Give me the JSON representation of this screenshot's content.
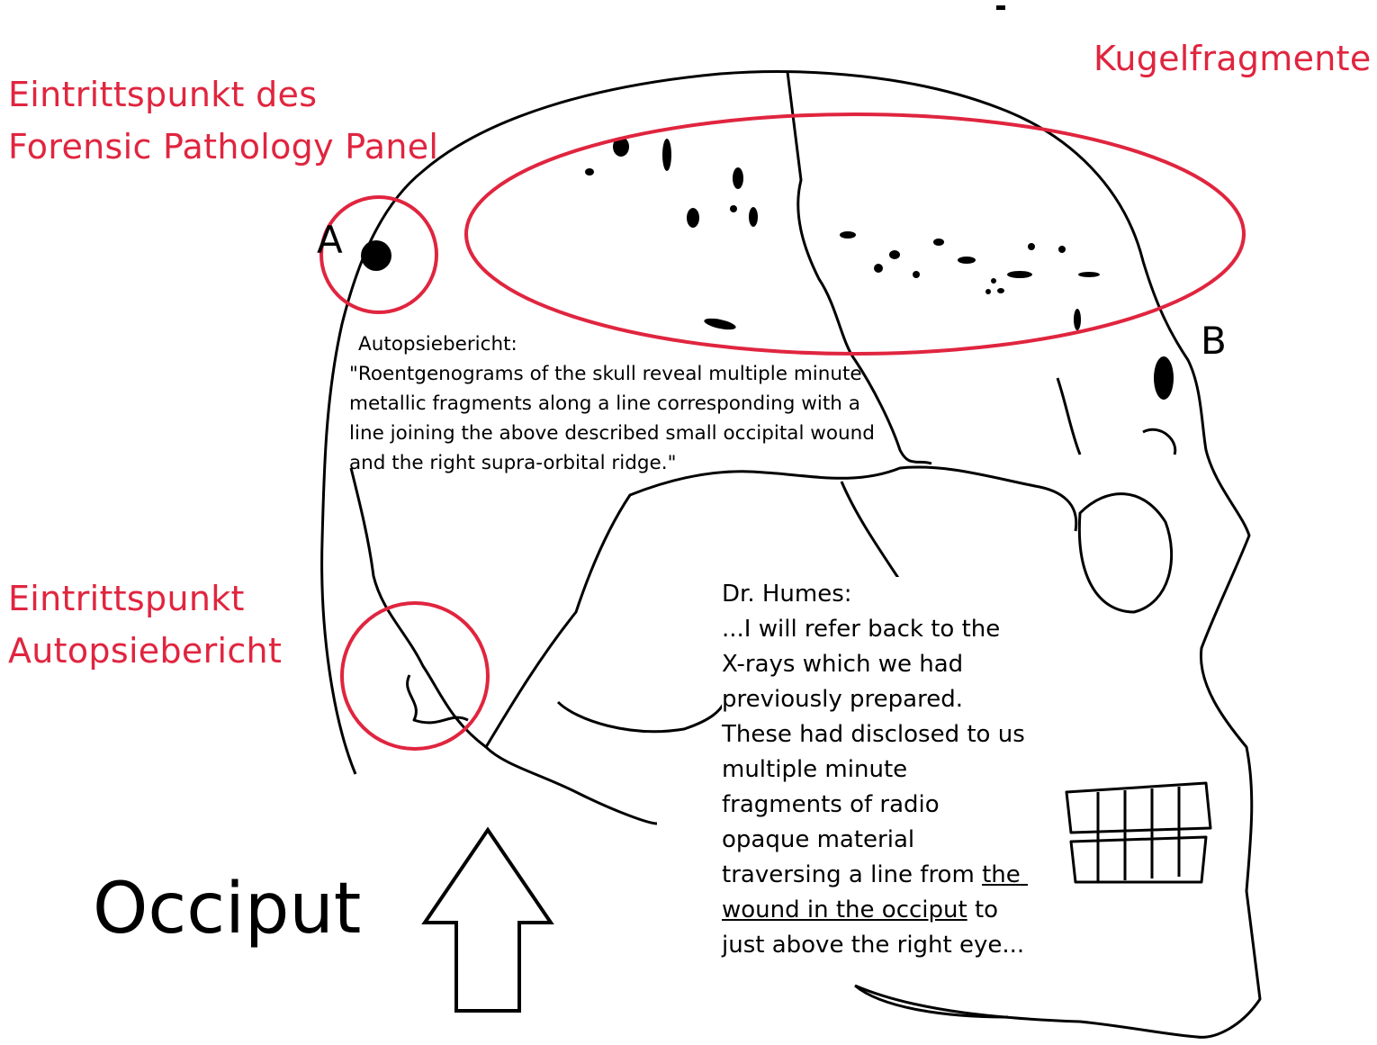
{
  "labels": {
    "entry_panel": [
      "Eintrittspunkt des",
      "Forensic Pathology Panel"
    ],
    "entry_autopsy": [
      "Eintrittspunkt",
      "Autopsiebericht"
    ],
    "fragments": "Kugelfragmente",
    "point_a": "A",
    "point_b": "B",
    "occiput": "Occiput"
  },
  "autopsy_report": {
    "heading": "Autopsiebericht:",
    "lines": [
      "\"Roentgenograms of the skull reveal multiple minute",
      "metallic fragments along a line corresponding with a",
      "line joining the above described small occipital wound",
      "and the right supra-orbital ridge.\""
    ]
  },
  "humes_quote": {
    "heading": "Dr. Humes:",
    "lines": [
      "...I will refer back to the",
      "X-rays which we had",
      "previously prepared.",
      "These had disclosed to us",
      "multiple minute",
      "fragments of radio",
      "opaque material"
    ],
    "line_8_plain": "traversing a line from ",
    "line_8_underlined": "the ",
    "line_9_underlined": "wound in the occiput",
    "line_9_plain": " to",
    "line_10": "just above the right eye..."
  },
  "colors": {
    "annotation": "#e0253f",
    "drawing": "#000000"
  }
}
